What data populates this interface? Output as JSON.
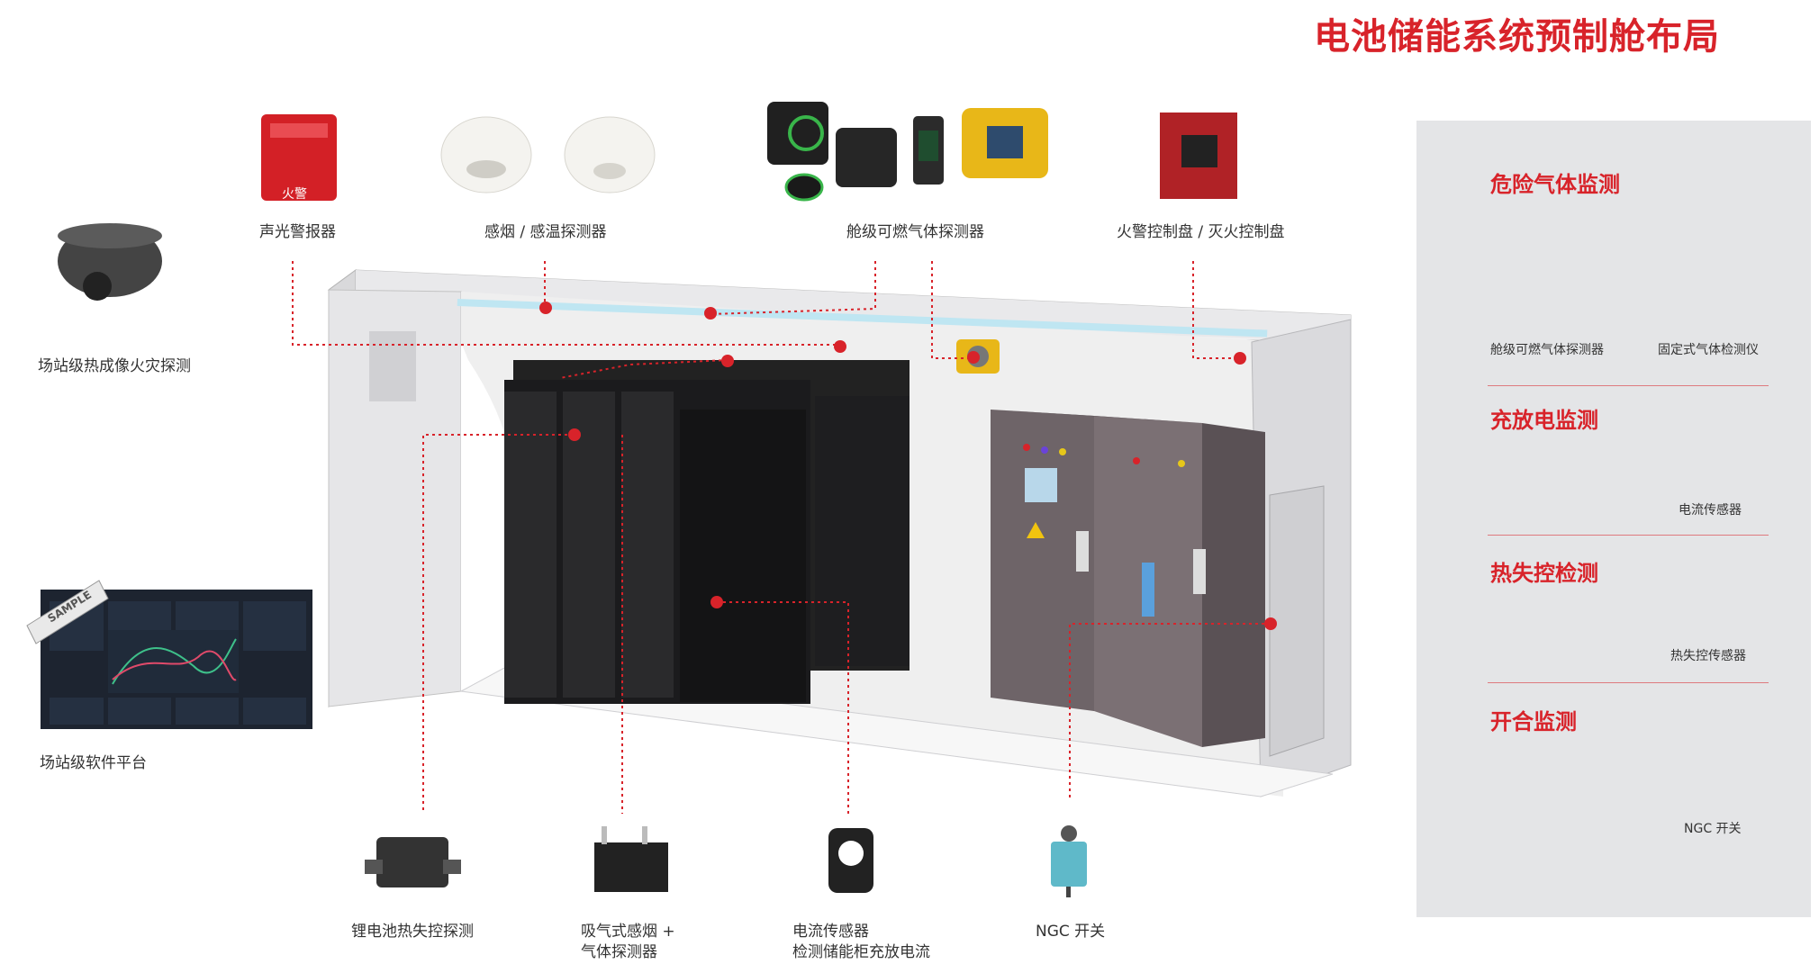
{
  "title": "电池储能系统预制舱布局",
  "labels": {
    "audible_alarm": "声光警报器",
    "smoke_heat": "感烟 / 感温探测器",
    "cabin_gas": "舱级可燃气体探测器",
    "fire_panel": "火警控制盘 / 灭火控制盘",
    "thermal_camera": "场站级热成像火灾探测",
    "software": "场站级软件平台",
    "thermal_runaway": "锂电池热失控探测",
    "aspirating_l1": "吸气式感烟 +",
    "aspirating_l2": "气体探测器",
    "current_l1": "电流传感器",
    "current_l2": "检测储能柜充放电流",
    "ngc": "NGC 开关",
    "alarm_badge": "火警",
    "sample_badge": "SAMPLE"
  },
  "panel": {
    "sections": [
      {
        "title": "危险气体监测",
        "items": [
          "舱级可燃气体探测器",
          "固定式气体检测仪"
        ]
      },
      {
        "title": "充放电监测",
        "items": [
          "电流传感器"
        ]
      },
      {
        "title": "热失控检测",
        "items": [
          "热失控传感器"
        ]
      },
      {
        "title": "开合监测",
        "items": [
          "NGC 开关"
        ]
      }
    ]
  },
  "colors": {
    "accent": "#d8232a",
    "panel_bg": "#e4e5e7"
  }
}
